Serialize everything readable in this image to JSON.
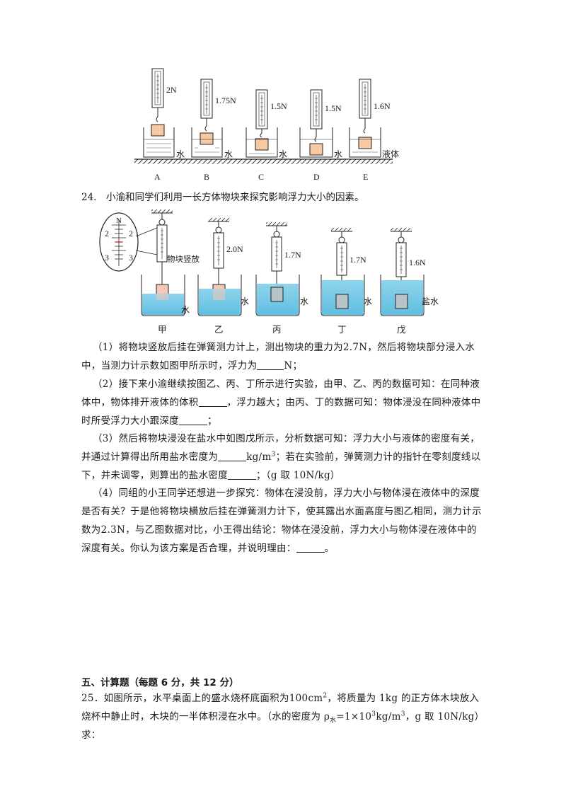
{
  "figure_top": {
    "readings": [
      "2N",
      "1.75N",
      "1.5N",
      "1.5N",
      "1.6N"
    ],
    "liquids": [
      "水",
      "水",
      "水",
      "水",
      "液体"
    ],
    "letters": [
      "A",
      "B",
      "C",
      "D",
      "E"
    ]
  },
  "q24": {
    "stem": "24.　小渝和同学们利用一长方体物块来探究影响浮力大小的因素。",
    "figure": {
      "callout_label": "物块竖放",
      "scale_N": "N",
      "scale_2": "2",
      "scale_3": "3",
      "readings": [
        "",
        "2.0N",
        "1.7N",
        "1.7N",
        "1.6N"
      ],
      "liquids": [
        "水",
        "水",
        "水",
        "水",
        "盐水"
      ],
      "names": [
        "甲",
        "乙",
        "丙",
        "丁",
        "戊"
      ]
    },
    "p1": "（1）将物块竖放后挂在弹簧测力计上，测出物块的重力为2.7N，然后将物块部分浸入水中，当测力计示数如图甲所示时，浮力为",
    "p1_end": "N；",
    "p2_a": "（2）接下来小渝继续按图乙、丙、丁所示进行实验，由甲、乙、丙的数据可知：在同种液体中，物体排开液体的体积",
    "p2_b": "，浮力越大；由丙、丁的数据可知：物体浸没在同种液体中时所受浮力大小跟深度",
    "p2_c": "；",
    "p3_a": "（3）然后将物块浸没在盐水中如图戊所示，分析数据可知：浮力大小与液体的密度有关，并通过计算得出所用盐水密度为",
    "p3_unit": "kg/m",
    "p3_b": "；若在实验前，弹簧测力计的指针在零刻度线以下，并未调零，则算出的盐水密度",
    "p3_c": "；（g 取 10N/kg）",
    "p4_a": "（4）同组的小王同学还想进一步探究：物体在浸没前，浮力大小与物体浸在液体中的深度是否有关？于是他将物块横放后挂在弹簧测力计下，使其露出水面高度与图乙相同，测力计示数为2.3N，与乙图数据对比，小王得出结论：物体在浸没前，浮力大小与物体浸在液体中的深度有关。你认为该方案是否合理，并说明理由：",
    "p4_end": "。"
  },
  "section5": "五、计算题（每题 6 分，共 12 分）",
  "q25": {
    "a": "25．如图所示，水平桌面上的盛水烧杯底面积为100cm",
    "b": "，将质量为 1kg 的正方体木块放入烧杯中静止时，木块的一半体积浸在水中。（水的密度为 ρ",
    "c": "水",
    "d": "=1×10",
    "e": "kg/m",
    "f": "，g 取 10N/kg）求："
  }
}
